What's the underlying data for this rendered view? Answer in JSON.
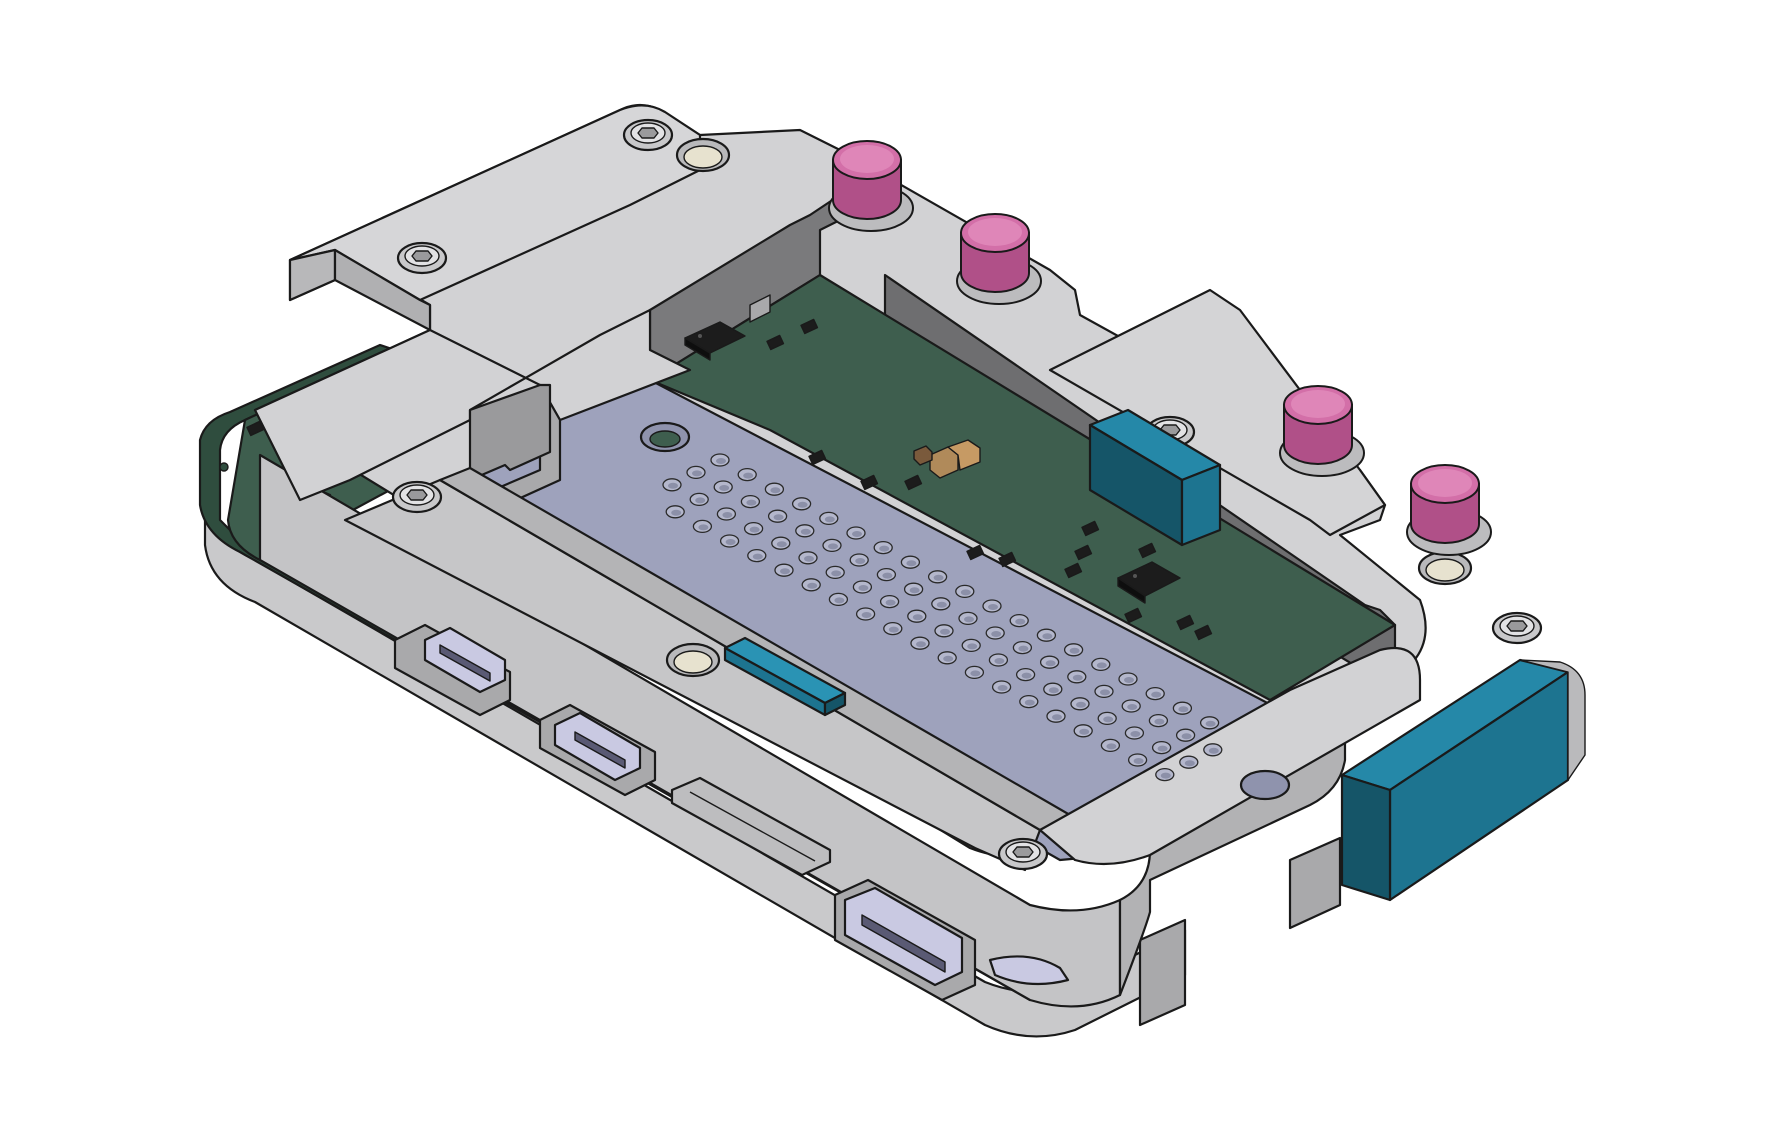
{
  "scene": {
    "type": "cad-isometric-render",
    "colors": {
      "background": "#ffffff",
      "enclosure_top": "#d2d2d4",
      "enclosure_side": "#a9a9ab",
      "enclosure_shadow": "#7a7a7c",
      "pcb": "#3e5e4e",
      "pcb_edge": "#2f4d3e",
      "base_plate": "#9ea2bc",
      "button_cap": "#d36fa8",
      "button_side": "#b05088",
      "light_guide": "#1d7490",
      "light_guide_dark": "#155568",
      "connector_lavender": "#c9c9e2",
      "jst_yellow": "#e6e2a8",
      "brass_insert": "#e7e2cf",
      "ic_black": "#1c1c1c",
      "smd_brown": "#7a5a3c"
    },
    "parts": {
      "buttons": 4,
      "light_guides": 3,
      "screws": 6,
      "brass_inserts": 3,
      "side_ports": 3
    }
  }
}
